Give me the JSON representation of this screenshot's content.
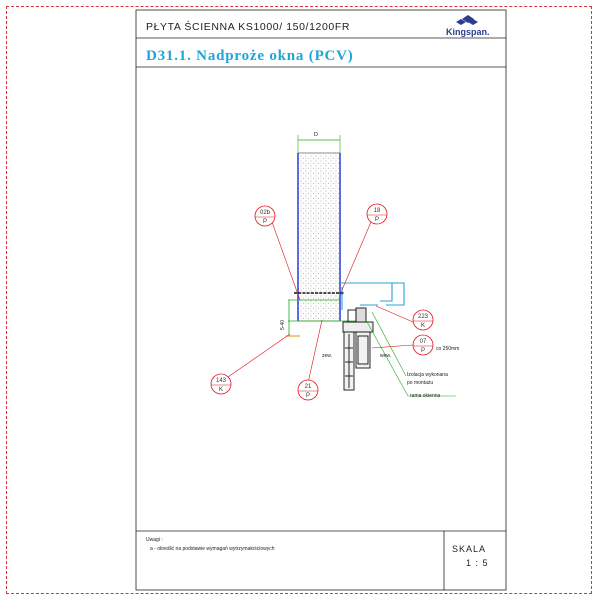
{
  "header": {
    "title": "PŁYTA ŚCIENNA KS1000/ 150/1200FR",
    "logo": "Kingspan."
  },
  "drawing_title": "D31.1. Nadproże okna (PCV)",
  "dimensions": {
    "top": "D",
    "side": "5-40",
    "spacing": "co 250mm"
  },
  "bubbles": [
    {
      "top": "02b",
      "bottom": "P"
    },
    {
      "top": "18",
      "bottom": "P"
    },
    {
      "top": "223",
      "bottom": "K"
    },
    {
      "top": "07",
      "bottom": "P"
    },
    {
      "top": "143",
      "bottom": "K"
    },
    {
      "top": "21",
      "bottom": "P"
    }
  ],
  "labels": {
    "zew": "zew.",
    "wew": "wew.",
    "note1_line1": "Izolacja wykonana",
    "note1_line2": "po montażu",
    "note2": "rama okienna"
  },
  "footer": {
    "remarks_title": "Uwagi :",
    "remark_1": "a - określić na podstawie wymagań wytrzymałościowych",
    "scale_label": "SKALA",
    "scale_value": "1 : 5"
  },
  "colors": {
    "accent_title": "#1fa6d6",
    "bubble_red": "#e0141e",
    "panel_blue": "#1b2fd6",
    "dim_green": "#1fae1f",
    "frame_red": "#d33333"
  }
}
